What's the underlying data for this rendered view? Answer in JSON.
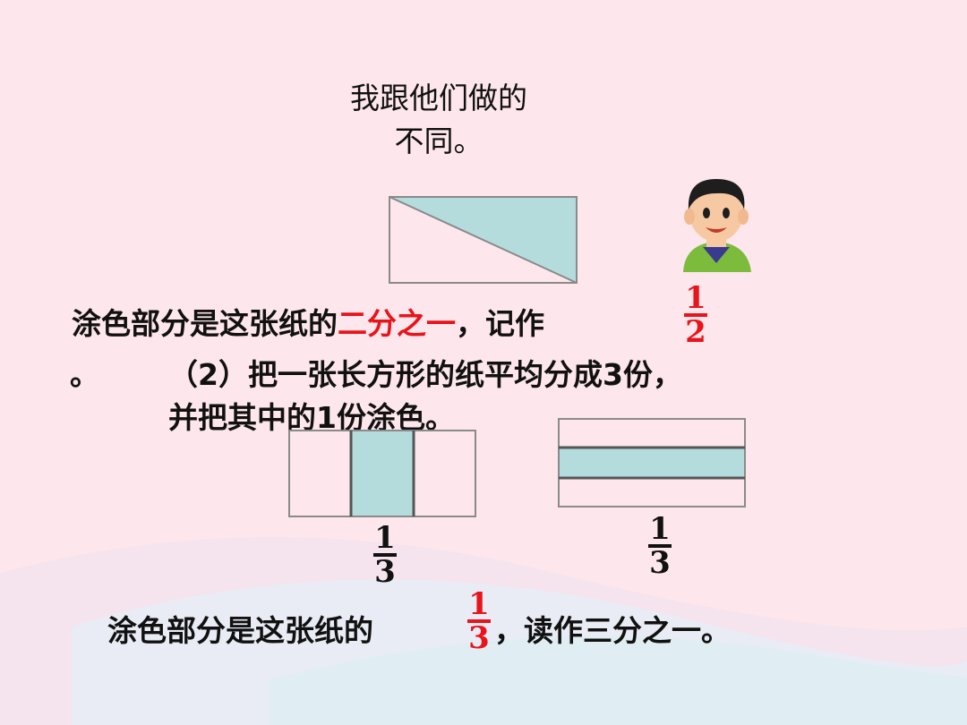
{
  "speech": {
    "line1": "我跟他们做的",
    "line2": "不同。"
  },
  "sentence1": {
    "prefix": "涂色部分是这张纸的",
    "highlight": "二分之一",
    "suffix": "，记作",
    "fraction": {
      "numerator": "1",
      "denominator": "2"
    },
    "end_mark": "。"
  },
  "task2": {
    "line1": "（2）把一张长方形的纸平均分成3份，",
    "line2": "并把其中的1份涂色。"
  },
  "figure_left_fraction": {
    "numerator": "1",
    "denominator": "3"
  },
  "figure_right_fraction": {
    "numerator": "1",
    "denominator": "3"
  },
  "sentence2": {
    "prefix": "涂色部分是这张纸的",
    "fraction": {
      "numerator": "1",
      "denominator": "3"
    },
    "suffix": "，读作三分之一。"
  },
  "colors": {
    "background": "#fde7ec",
    "shade": "#b4dcdc",
    "outline": "#8a8a8a",
    "highlight": "#e8141b"
  }
}
